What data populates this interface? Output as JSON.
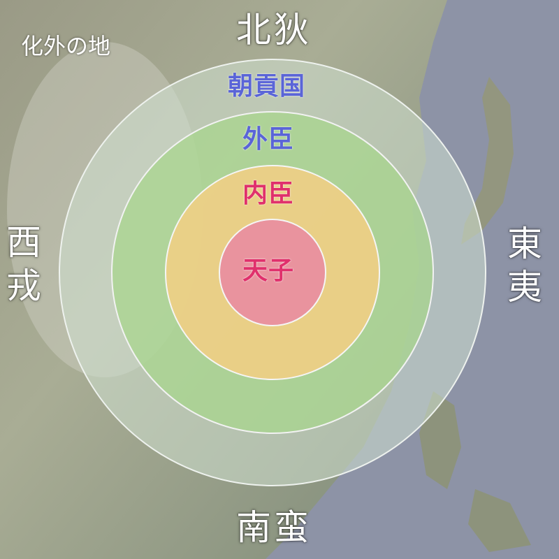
{
  "outside_label": "化外の地",
  "directions": {
    "north": "北狄",
    "south": "南蛮",
    "west": "西戎",
    "east": "東夷"
  },
  "rings": [
    {
      "label": "朝貢国",
      "color": "#5a64d8",
      "fill": "#c8dcc8"
    },
    {
      "label": "外臣",
      "color": "#5a64d8",
      "fill": "#a8d890"
    },
    {
      "label": "内臣",
      "color": "#e0306c",
      "fill": "#f2cc80"
    },
    {
      "label": "天子",
      "color": "#e0306c",
      "fill": "#e88c9c"
    }
  ]
}
